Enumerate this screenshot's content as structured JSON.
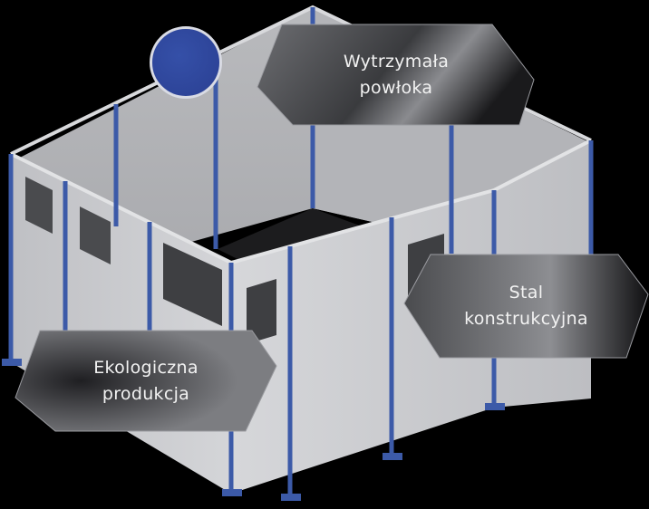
{
  "product": {
    "name": "modular-enclosure-render",
    "frame_color": "#3c5aa8",
    "panel_color": "#c8c9cc"
  },
  "color_swatch": {
    "color": "#2f479c",
    "border": "#d9dbe4"
  },
  "badges": [
    {
      "line1": "Wytrzymała",
      "line2": "powłoka"
    },
    {
      "line1": "Stal",
      "line2": "konstrukcyjna"
    },
    {
      "line1": "Ekologiczna",
      "line2": "produkcja"
    }
  ]
}
